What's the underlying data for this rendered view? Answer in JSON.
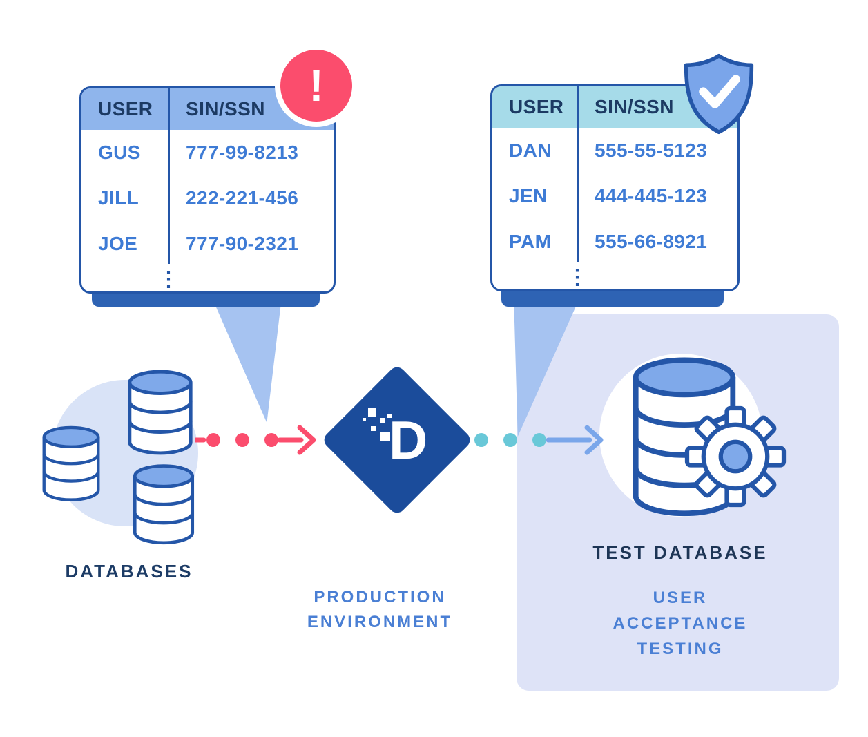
{
  "left_table": {
    "header": [
      "USER",
      "SIN/SSN"
    ],
    "rows": [
      {
        "user": "GUS",
        "ssn": "777-99-8213"
      },
      {
        "user": "JILL",
        "ssn": "222-221-456"
      },
      {
        "user": "JOE",
        "ssn": "777-90-2321"
      }
    ],
    "ellipsis": "⋮"
  },
  "right_table": {
    "header": [
      "USER",
      "SIN/SSN"
    ],
    "rows": [
      {
        "user": "DAN",
        "ssn": "555-55-5123"
      },
      {
        "user": "JEN",
        "ssn": "444-445-123"
      },
      {
        "user": "PAM",
        "ssn": "555-66-8921"
      }
    ],
    "ellipsis": "⋮"
  },
  "labels": {
    "databases": "DATABASES",
    "production_environment": "PRODUCTION ENVIRONMENT",
    "test_database": "TEST DATABASE",
    "user_acceptance_testing": "USER ACCEPTANCE TESTING"
  },
  "logo": {
    "letter": "D"
  },
  "warning_badge": {
    "glyph": "!"
  },
  "icons": {
    "warning": "warning-icon",
    "shield_check": "shield-check-icon",
    "gear": "gear-icon",
    "database_cylinder": "database-cylinder-icon"
  },
  "colors": {
    "accent_red": "#FB4D6D",
    "accent_teal": "#69C8D8",
    "outline_blue": "#2456A8",
    "diamond_blue": "#1B4C9B",
    "light_blue_fill": "#7FA9EA",
    "header_blue": "#8FB5EC",
    "header_cyan": "#A6DBE9",
    "panel_lavender": "#DEE3F7",
    "table_text_blue": "#3E7BD5",
    "label_blue": "#4A7FD4",
    "navy_text": "#1D3C66"
  }
}
